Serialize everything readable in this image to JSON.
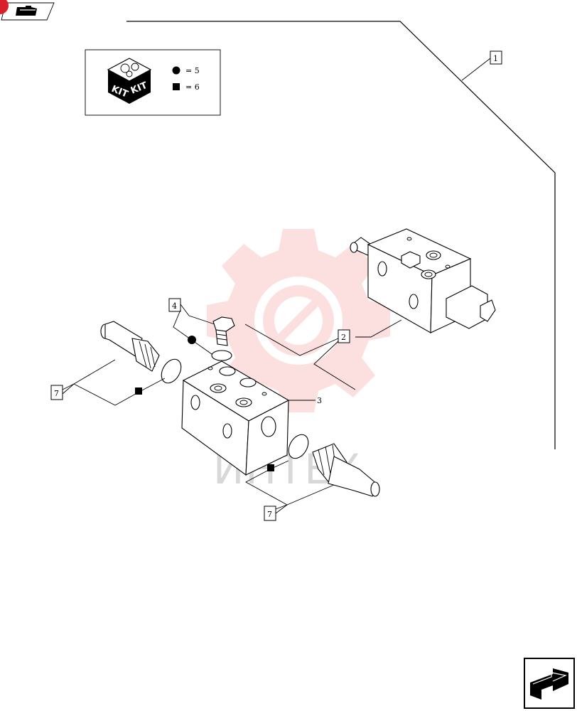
{
  "legend": {
    "kit_label_left": "KIT",
    "kit_label_right": "KIT",
    "circle_symbol_text": "= 5",
    "square_symbol_text": "= 6"
  },
  "callouts": [
    {
      "id": "callout-1",
      "label": "1"
    },
    {
      "id": "callout-2",
      "label": "2"
    },
    {
      "id": "callout-3",
      "label": "3"
    },
    {
      "id": "callout-4",
      "label": "4"
    },
    {
      "id": "callout-7-left",
      "label": "7"
    },
    {
      "id": "callout-7-right",
      "label": "7"
    }
  ],
  "watermark": {
    "text": "ИНТЕХ",
    "color": "#f25a5a"
  },
  "colors": {
    "badge": "#d81f2a",
    "ink": "#000000"
  },
  "icons": {
    "top_left": "folder-nav-icon",
    "bottom_right": "next-page-arrow-icon"
  }
}
